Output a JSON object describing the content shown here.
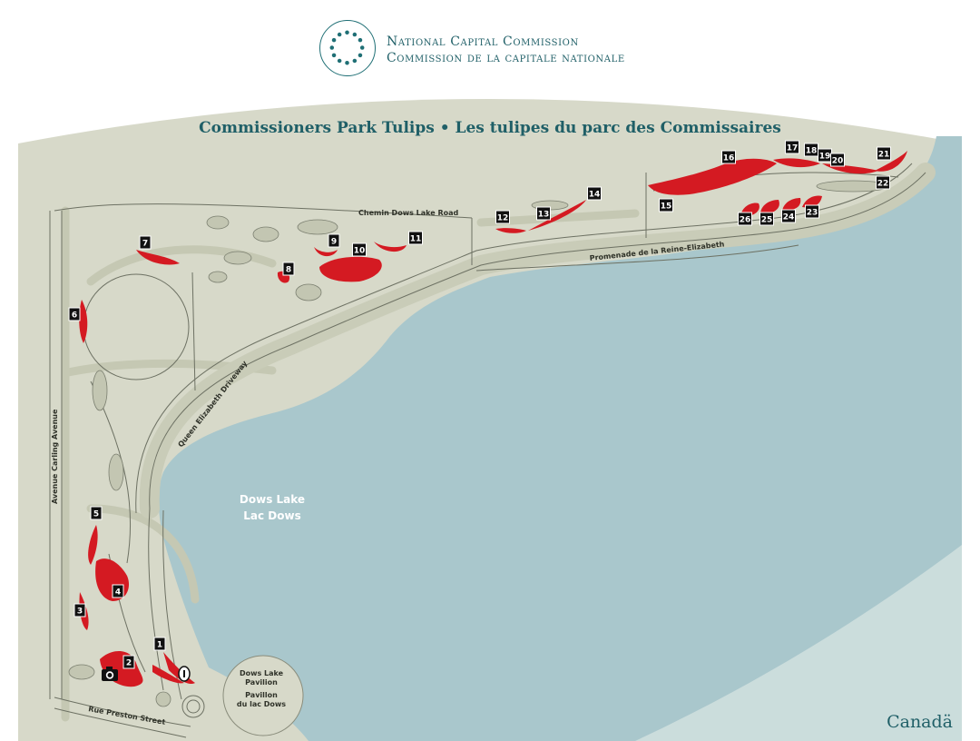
{
  "header": {
    "org_en": "National Capital Commission",
    "org_fr": "Commission de la capitale nationale",
    "logo_icon": "maple-leaf-ring-icon"
  },
  "map": {
    "title": "Commissioners Park Tulips • Les tulipes du parc des Commissaires",
    "roads": {
      "carling": "Avenue Carling Avenue",
      "preston": "Rue Preston Street",
      "dows_lake_road": "Chemin Dows Lake Road",
      "queen_elizabeth": "Queen Elizabeth Driveway",
      "reine_elizabeth": "Promenade de la Reine-Elizabeth"
    },
    "lake": {
      "en": "Dows Lake",
      "fr": "Lac Dows"
    },
    "pavilion": {
      "en_1": "Dows Lake",
      "en_2": "Pavilion",
      "fr_1": "Pavillon",
      "fr_2": "du lac Dows"
    },
    "beds": [
      "1",
      "2",
      "3",
      "4",
      "5",
      "6",
      "7",
      "8",
      "9",
      "10",
      "11",
      "12",
      "13",
      "14",
      "15",
      "16",
      "17",
      "18",
      "19",
      "20",
      "21",
      "22",
      "23",
      "24",
      "25",
      "26"
    ],
    "icons": [
      "camera-icon",
      "information-icon"
    ]
  },
  "footer": {
    "wordmark": "Canadä"
  },
  "colors": {
    "land": "#d7d9c9",
    "path": "#c3c6b2",
    "line": "#6d7163",
    "water": "#a9c7cc",
    "bed": "#d41a22",
    "brand": "#1f5f67"
  }
}
